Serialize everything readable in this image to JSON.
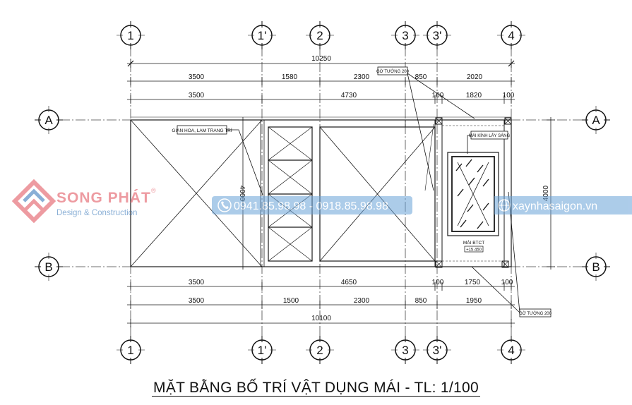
{
  "title": "MẶT BẰNG BỐ TRÍ VẬT DỤNG MÁI - TL: 1/100",
  "grid_axes": {
    "vertical": [
      "1",
      "1'",
      "2",
      "3",
      "3'",
      "4"
    ],
    "horizontal": [
      "A",
      "B"
    ]
  },
  "dimensions": {
    "top_total": "10250",
    "top_row1": [
      "3500",
      "1580",
      "2300",
      "850",
      "2020"
    ],
    "top_row2": [
      "3500",
      "4730",
      "100",
      "1820",
      "100"
    ],
    "bottom_row1": [
      "3500",
      "4650",
      "100",
      "1750",
      "100"
    ],
    "bottom_row2": [
      "3500",
      "1500",
      "2300",
      "850",
      "1950"
    ],
    "bottom_total": "10100",
    "left_height": "4000",
    "right_height": "4000"
  },
  "labels": {
    "trellis": "GIAN HOA, LAM TRANG TRÍ",
    "wall_top": "GỜ TƯỜNG 200",
    "wall_bottom": "GỜ TƯỜNG 200",
    "skylight": "MÁI KÍNH LẤY SÁNG",
    "roof": "MÁI BTCT",
    "elevation": "+15.450"
  },
  "watermark": {
    "brand": "SONG PHÁT",
    "registered": "®",
    "tagline": "Design & Construction",
    "phone": "0941.85.98.98 - 0918.85.98.98",
    "website": "xaynhasaigon.vn"
  },
  "colors": {
    "line": "#1a1a1a",
    "axis": "#333333",
    "brand_red": "#e04a55",
    "brand_blue": "#2b6fb5",
    "banner_blue": "#6aa3d8"
  }
}
